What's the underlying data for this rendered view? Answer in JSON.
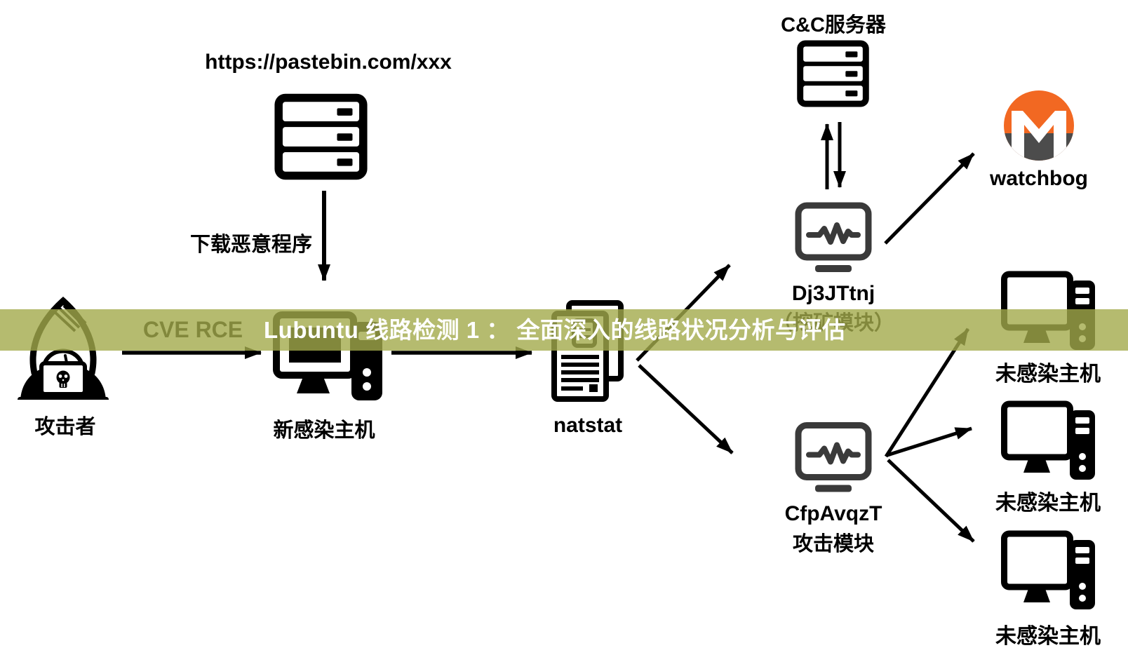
{
  "banner": {
    "text": "Lubuntu 线路检测 1 ： 全面深入的线路状况分析与评估",
    "bg_rgba": "rgba(162,170,75,0.8)",
    "text_color": "#ffffff"
  },
  "labels": {
    "pastebin_url": "https://pastebin.com/xxx",
    "download": "下载恶意程序",
    "attacker": "攻击者",
    "cve": "CVE RCE",
    "infected_host": "新感染主机",
    "natstat": "natstat",
    "cc_server": "C&C服务器",
    "mining_module_name": "Dj3JTtnj",
    "mining_module_sub": "（挖矿模块）",
    "watchbog": "watchbog",
    "attack_module_name": "CfpAvqzT",
    "attack_module_sub": "攻击模块",
    "uninfected_host_1": "未感染主机",
    "uninfected_host_2": "未感染主机",
    "uninfected_host_3": "未感染主机"
  },
  "colors": {
    "icon_black": "#000000",
    "module_gray": "#3a3a3a",
    "monero_orange": "#f26822",
    "monero_gray": "#4c4c4c",
    "banner_olive": "#a7ae50",
    "background": "#ffffff"
  }
}
